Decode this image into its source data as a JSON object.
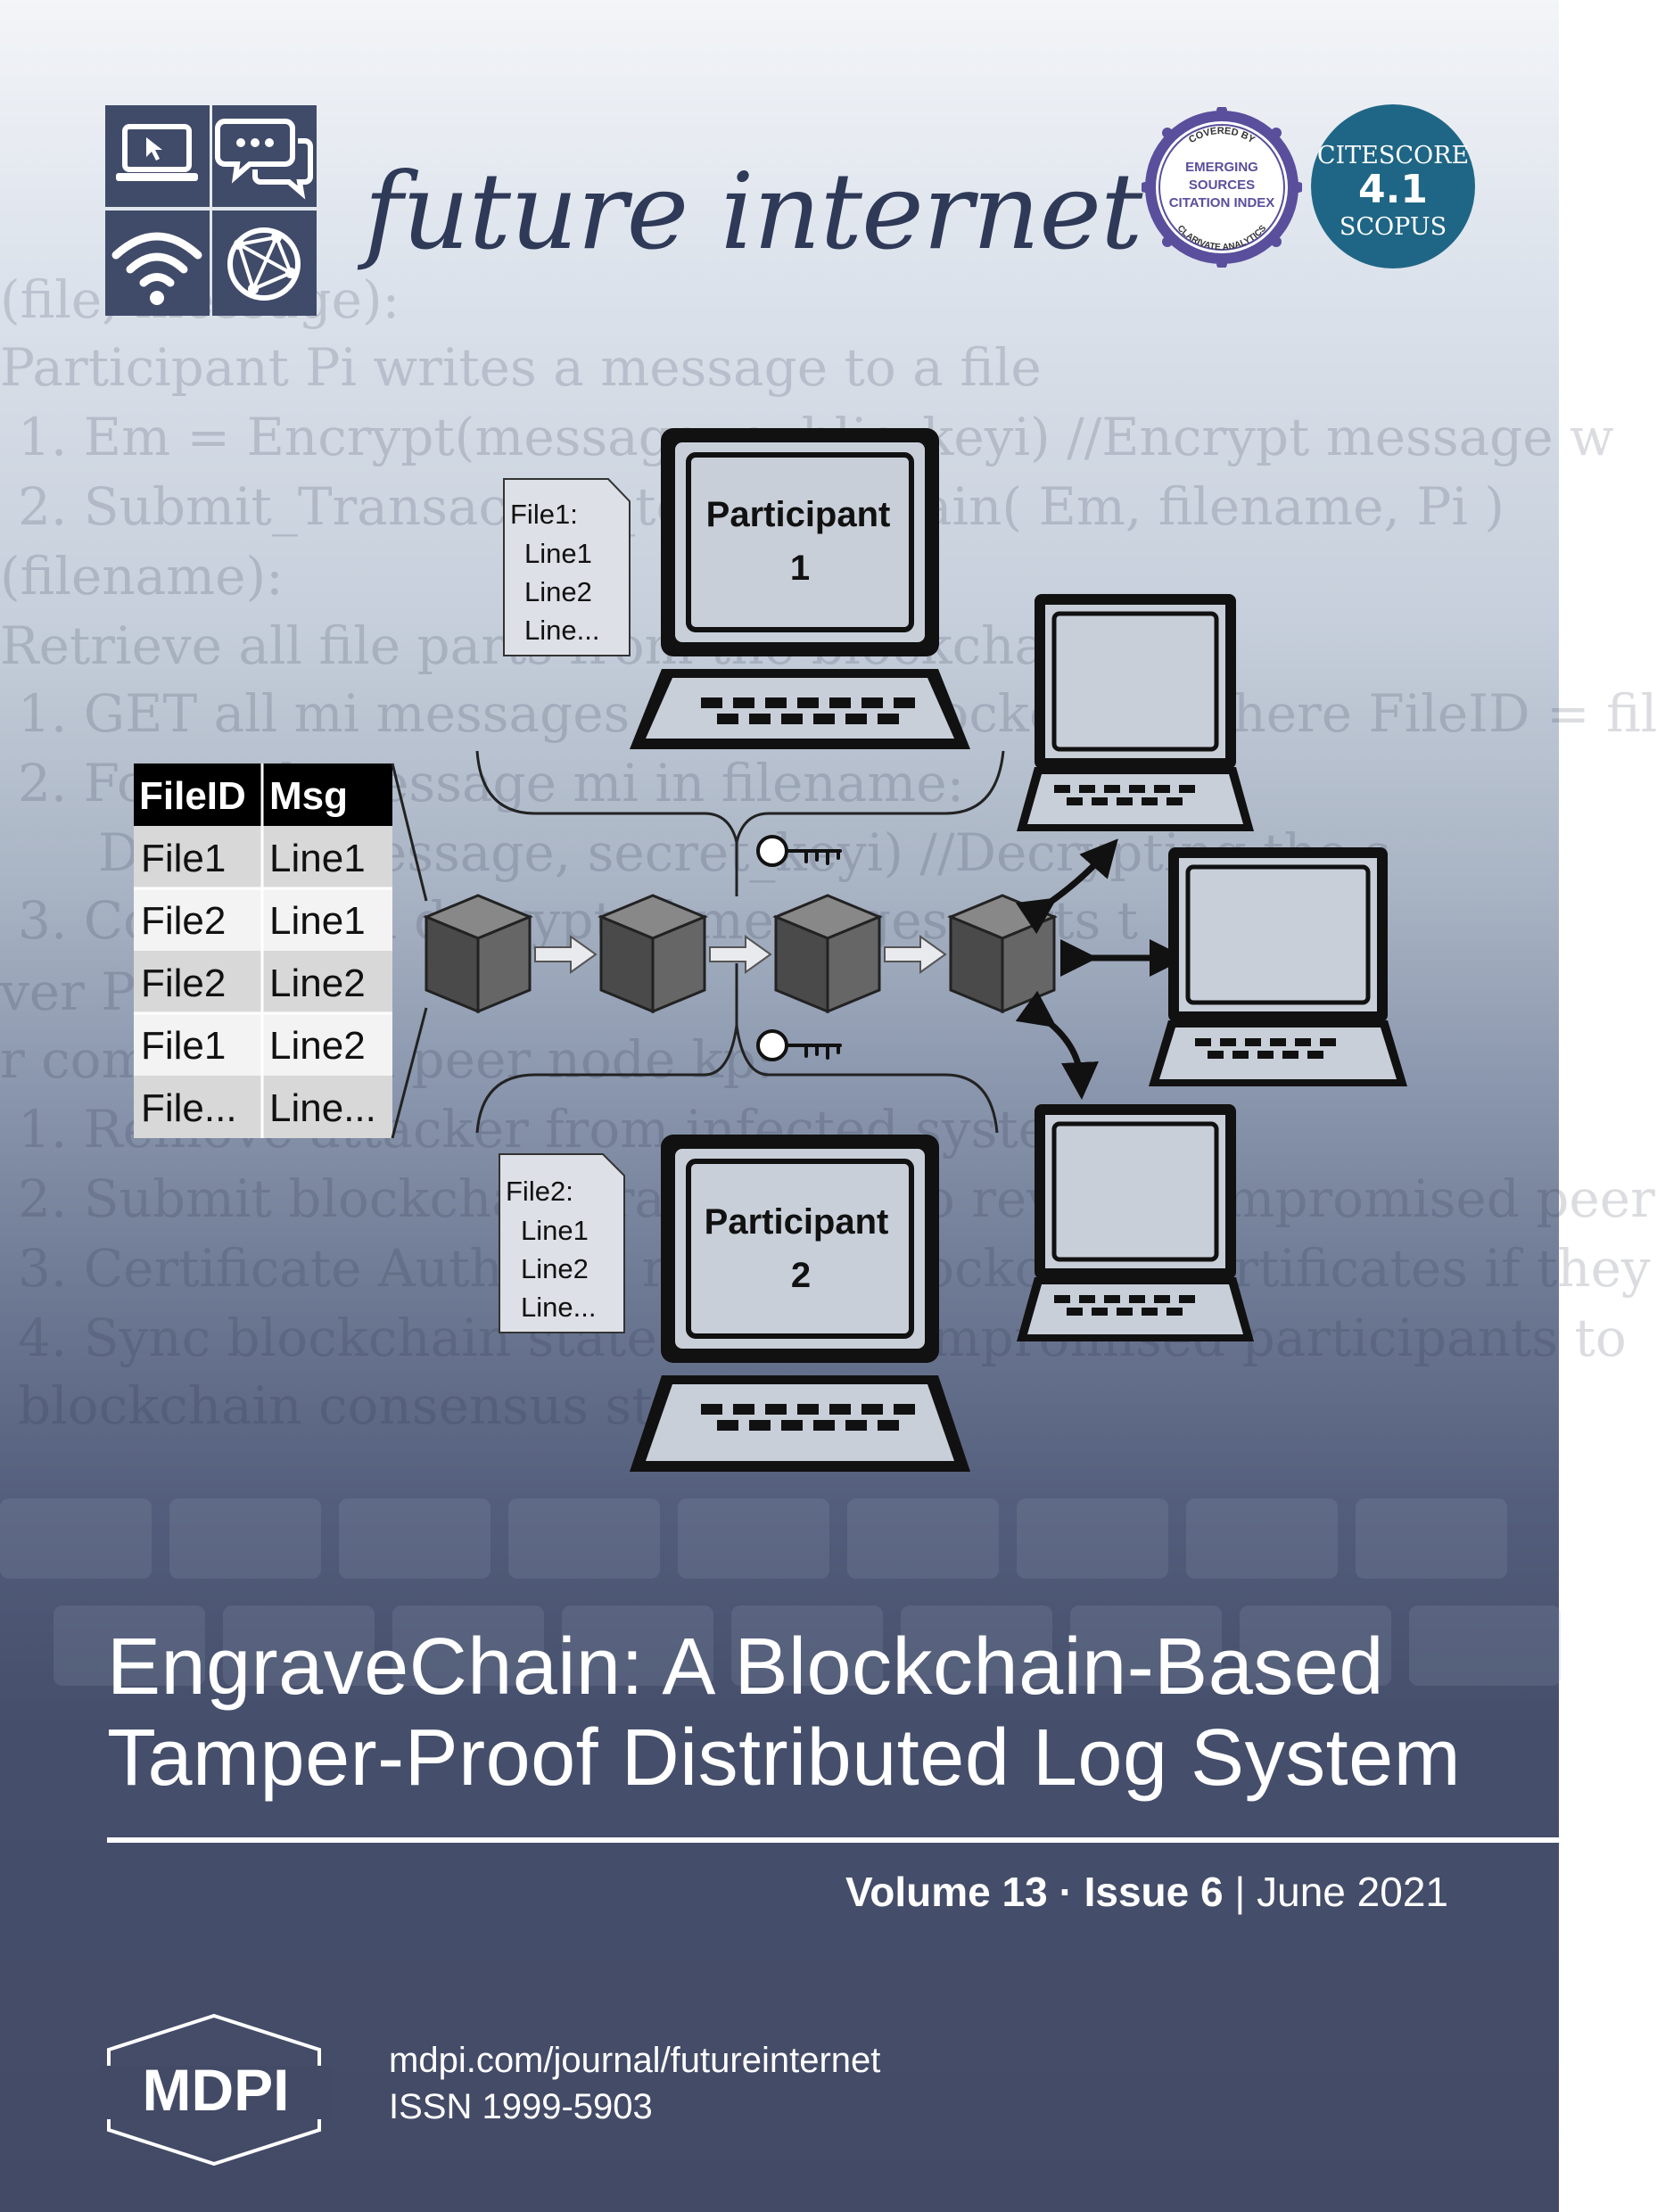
{
  "journal": {
    "title": "future internet"
  },
  "indexing_badge": {
    "top_text": "COVERED BY",
    "line1": "EMERGING",
    "line2": "SOURCES",
    "line3": "CITATION INDEX",
    "bottom_text": "CLARIVATE ANALYTICS"
  },
  "citescore": {
    "label": "CITESCORE",
    "value": "4.1",
    "source": "SCOPUS"
  },
  "background_text": [
    "(file, message):",
    "Participant Pi writes a message to a file",
    "1. Em = Encrypt(message, public_keyi) //Encrypt message w",
    "2. Submit_Transaction_to_Blockchain( Em, filename, Pi )",
    "(filename):",
    "Retrieve all file parts from the blockchain",
    "1. GET all mi messages from the blockchain where FileID = fil",
    "2. For each message mi in filename:",
    "Decrypt(message, secret_keyi) //Decrypting the s",
    "3. Combine all decrypted messages parts t",
    "ver Process:",
    "r compromised peer node kp:",
    "1. Remove attacker from infected system",
    "2. Submit blockchain transaction to revoke compromised peer",
    "3. Certificate Authority reissues blockchain certificates if they",
    "4. Sync blockchain state with uncompromised participants to",
    "blockchain consensus state"
  ],
  "diagram": {
    "table": {
      "headers": [
        "FileID",
        "Msg"
      ],
      "rows": [
        [
          "File1",
          "Line1"
        ],
        [
          "File2",
          "Line1"
        ],
        [
          "File2",
          "Line2"
        ],
        [
          "File1",
          "Line2"
        ],
        [
          "File...",
          "Line..."
        ]
      ]
    },
    "file1_note": {
      "title": "File1:",
      "lines": [
        "Line1",
        "Line2",
        "Line..."
      ]
    },
    "file2_note": {
      "title": "File2:",
      "lines": [
        "Line1",
        "Line2",
        "Line..."
      ]
    },
    "participant1": {
      "name": "Participant",
      "number": "1"
    },
    "participant2": {
      "name": "Participant",
      "number": "2"
    }
  },
  "article": {
    "title_line1": "EngraveChain: A Blockchain-Based",
    "title_line2": "Tamper-Proof Distributed Log System"
  },
  "issue": {
    "volume": "Volume 13",
    "separator": " · ",
    "issue": "Issue 6",
    "divider": " | ",
    "date": "June 2021"
  },
  "publisher": {
    "logo_text": "MDPI",
    "url": "mdpi.com/journal/futureinternet",
    "issn": "ISSN 1999-5903"
  },
  "colors": {
    "brand_navy": "#404b69",
    "citescore_teal": "#1f6686",
    "badge_purple": "#5a4f9c",
    "title_text": "#ffffff"
  }
}
